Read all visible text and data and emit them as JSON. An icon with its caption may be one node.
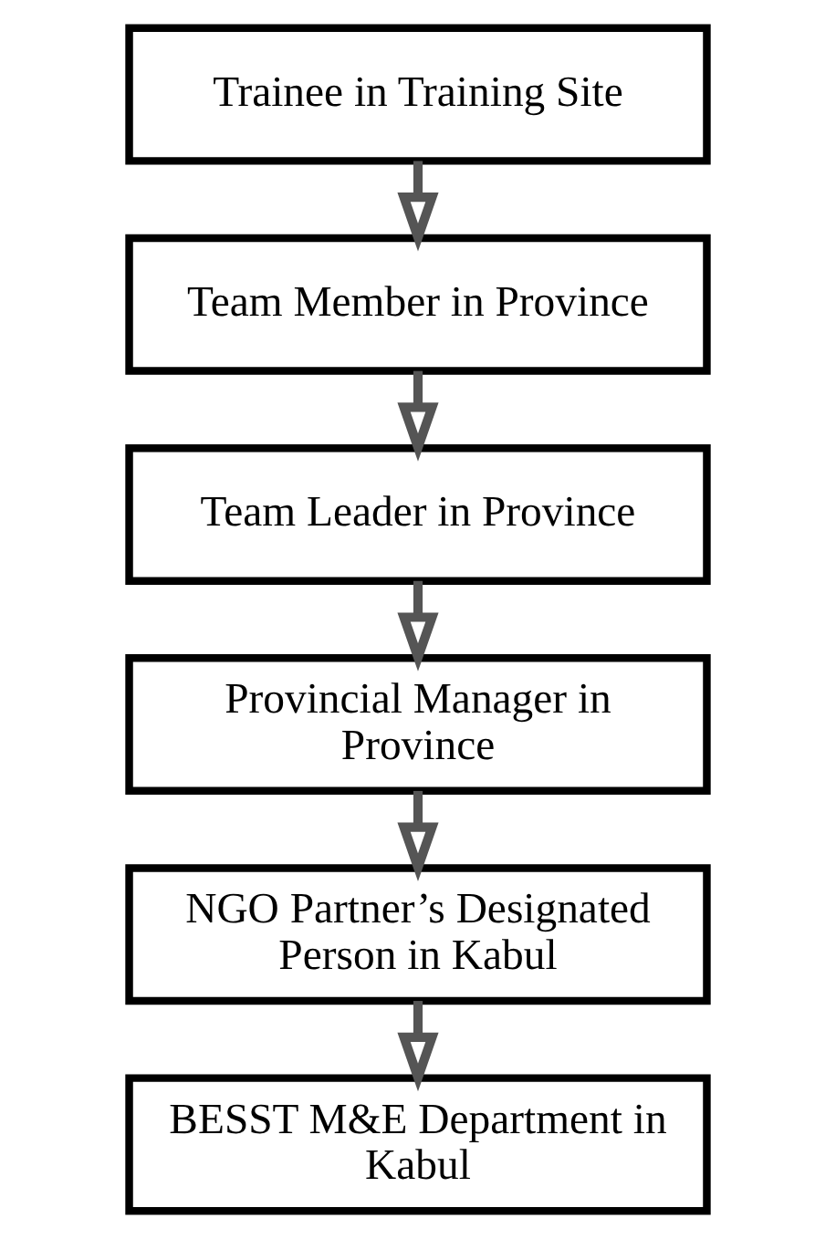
{
  "diagram": {
    "nodes": [
      {
        "text": [
          "Trainee in Training Site"
        ]
      },
      {
        "text": [
          "Team Member in Province"
        ]
      },
      {
        "text": [
          "Team Leader in Province"
        ]
      },
      {
        "text": [
          "Provincial Manager in Province"
        ]
      },
      {
        "text": [
          "NGO Partner’s Designated Person in Kabul"
        ]
      },
      {
        "text": [
          "BESST M&E Department in Kabul"
        ]
      }
    ],
    "edges": [
      {
        "from": 0,
        "to": 1,
        "arrow": "to"
      },
      {
        "from": 1,
        "to": 2,
        "arrow": "to"
      },
      {
        "from": 2,
        "to": 3,
        "arrow": "to"
      },
      {
        "from": 3,
        "to": 4,
        "arrow": "to"
      },
      {
        "from": 4,
        "to": 5,
        "arrow": "to"
      }
    ]
  }
}
